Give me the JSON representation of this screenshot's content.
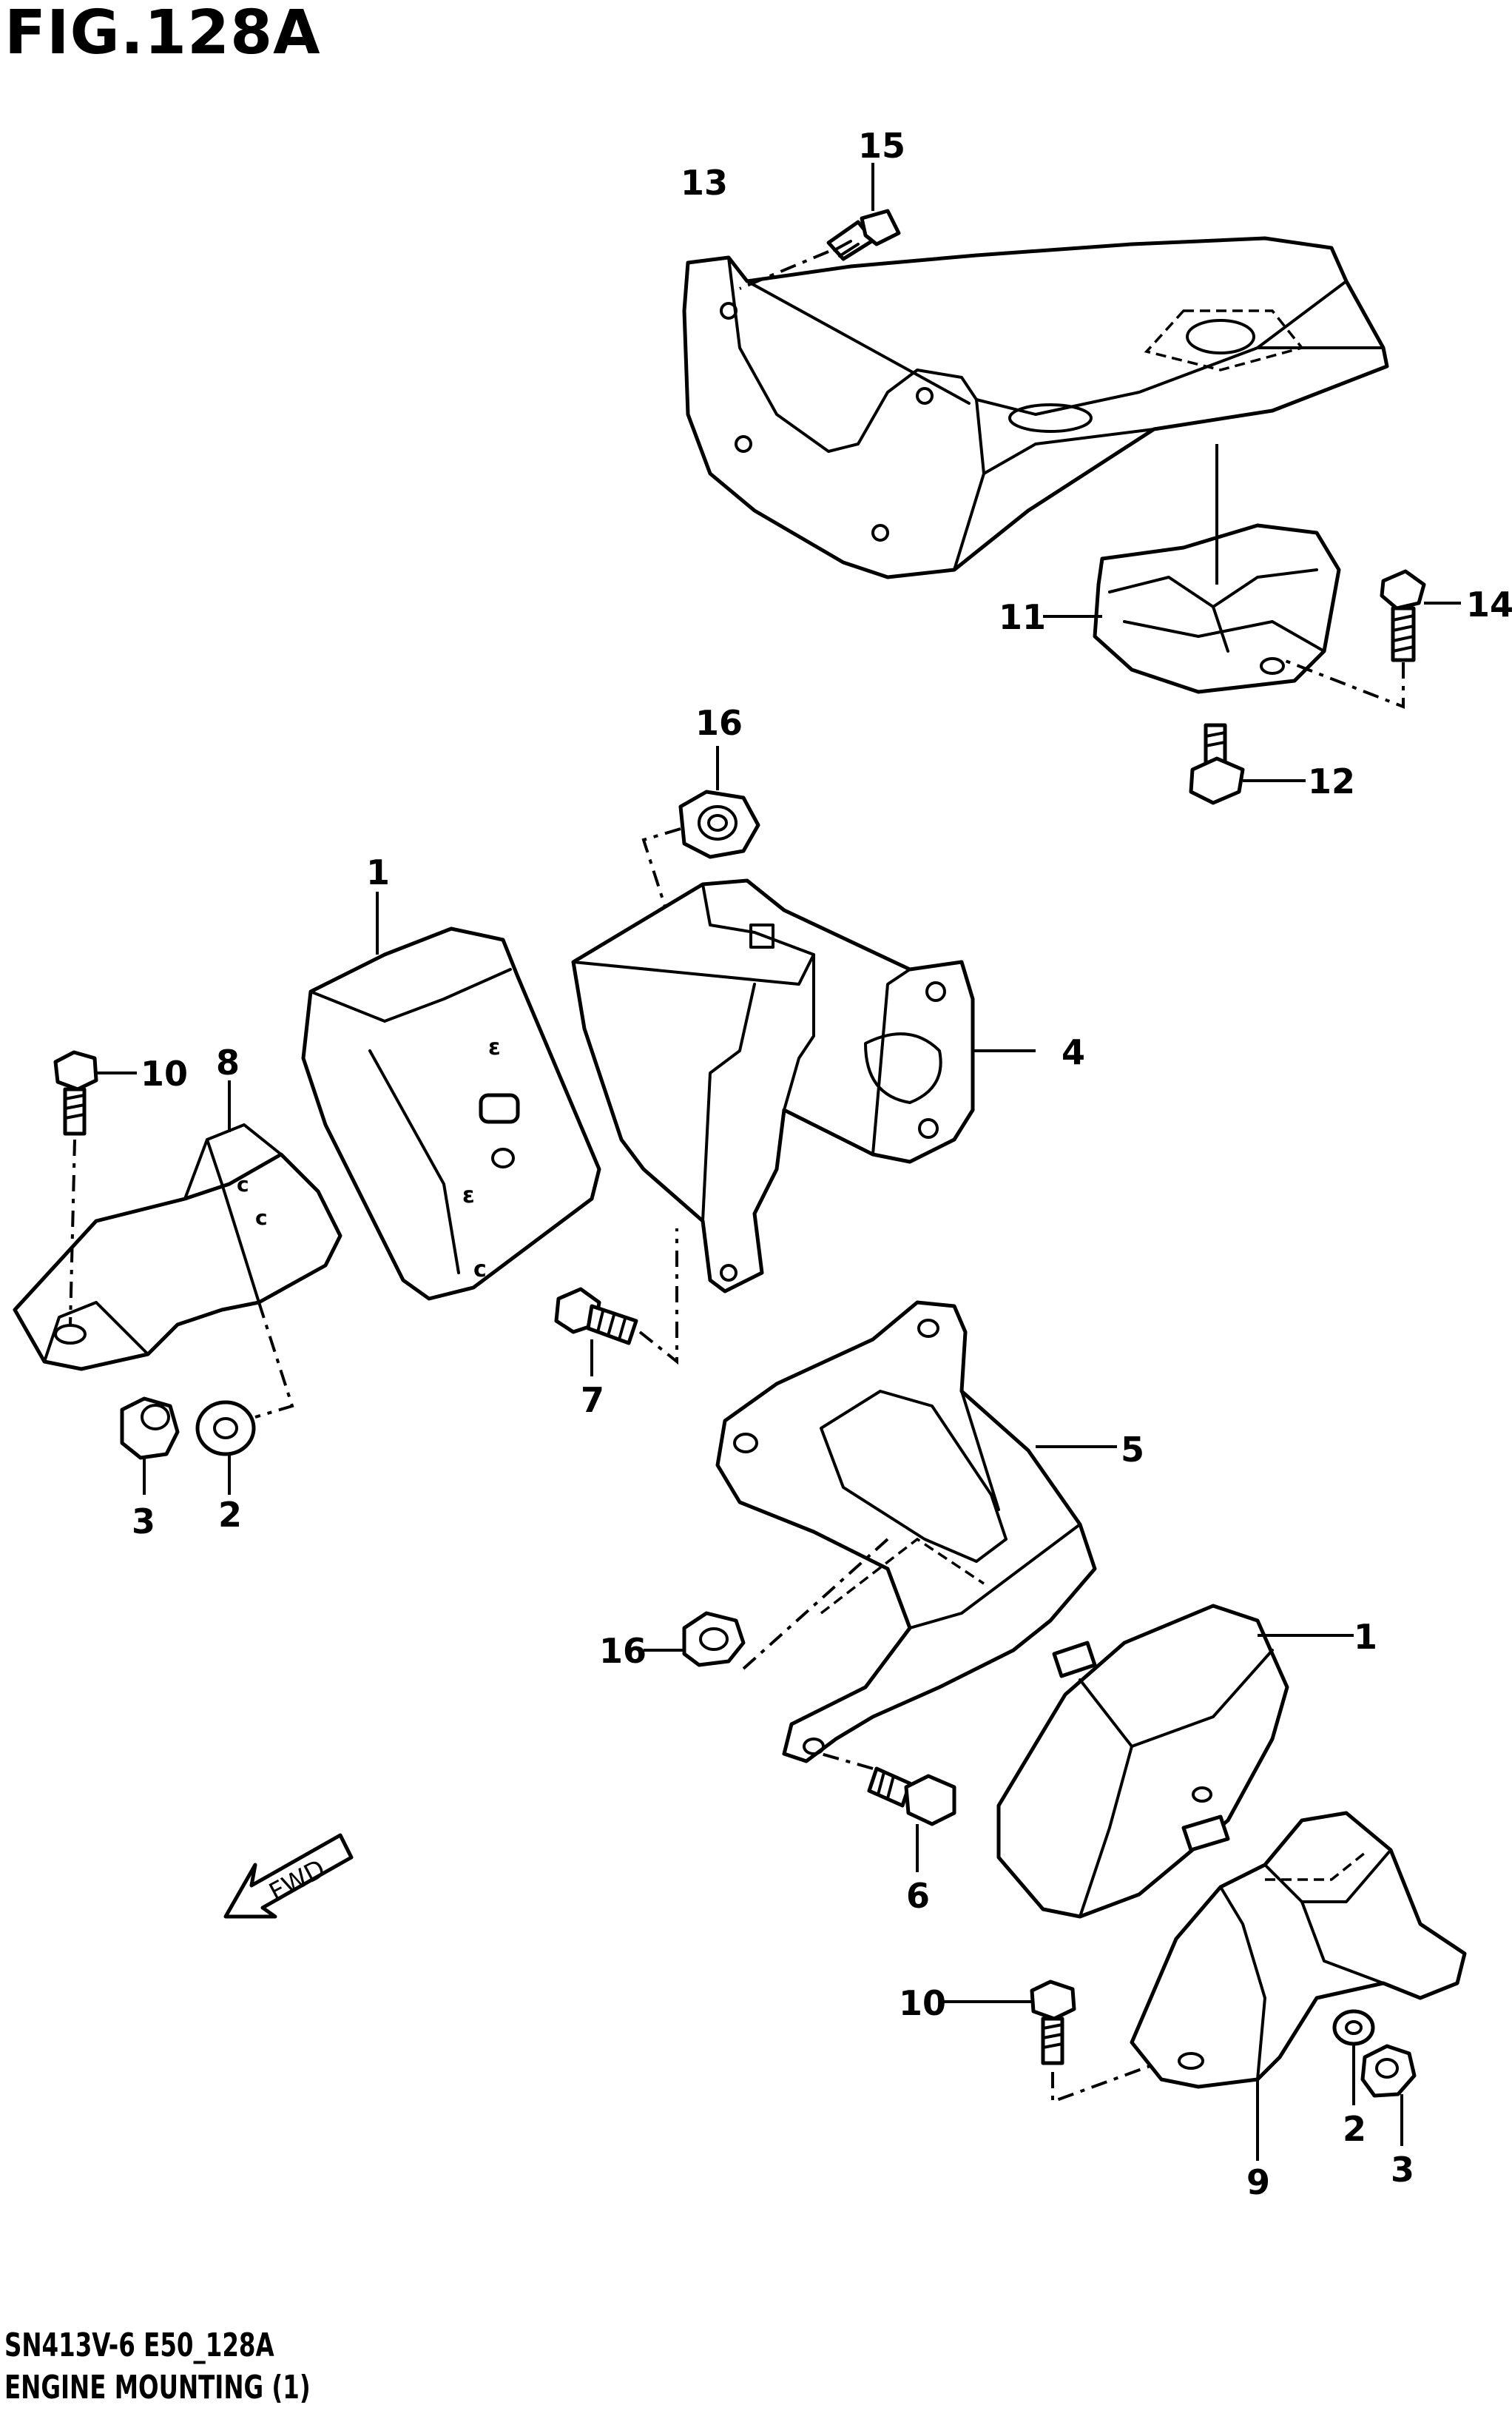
{
  "figure": {
    "title": "FIG.128A",
    "code_line": "SN413V-6 E50_128A",
    "name_line": "ENGINE MOUNTING (1)"
  },
  "fwd_label": "FWD",
  "callouts": {
    "c1a": "1",
    "c1b": "1",
    "c2a": "2",
    "c2b": "2",
    "c3a": "3",
    "c3b": "3",
    "c4": "4",
    "c5": "5",
    "c6": "6",
    "c7": "7",
    "c8": "8",
    "c9": "9",
    "c10a": "10",
    "c10b": "10",
    "c11": "11",
    "c12": "12",
    "c13": "13",
    "c14": "14",
    "c15": "15",
    "c16a": "16",
    "c16b": "16"
  }
}
